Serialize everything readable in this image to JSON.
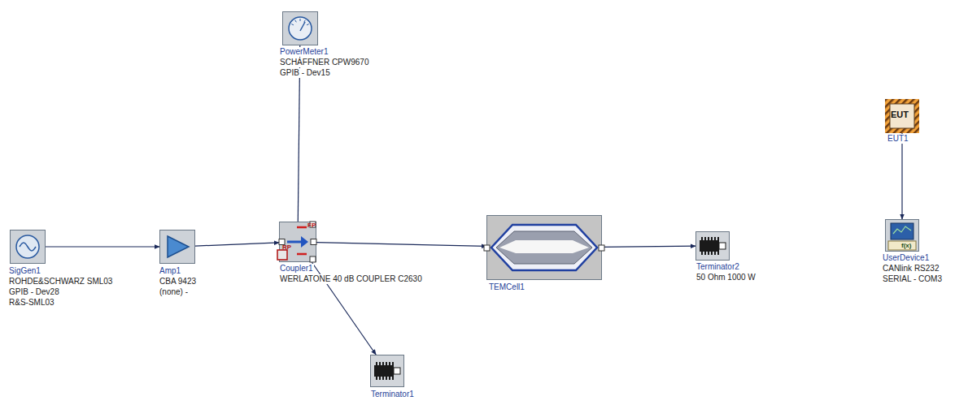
{
  "diagram": {
    "nodes": [
      {
        "text": [
          "SigGen1",
          "ROHDE&SCHWARZ SML03",
          "GPIB - Dev28",
          "R&S-SML03"
        ]
      },
      {
        "text": [
          "Amp1",
          "CBA 9423",
          "(none) -"
        ]
      },
      {
        "text": [
          "Coupler1",
          "WERLATONE 40 dB COUPLER C2630"
        ]
      },
      {
        "text": [
          "PowerMeter1",
          "SCHAFFNER CPW9670",
          "GPIB - Dev15"
        ]
      },
      {
        "text": [
          "TEMCell1"
        ]
      },
      {
        "text": [
          "Terminator2",
          "50 Ohm  1000 W"
        ]
      },
      {
        "text": [
          "Terminator1"
        ]
      },
      {
        "text": [
          "EUT1"
        ]
      },
      {
        "text": [
          "UserDevice1",
          "CANlink RS232",
          "SERIAL - COM3"
        ]
      }
    ],
    "edges": [
      {
        "from": 0,
        "to": 1,
        "arrow": "to"
      },
      {
        "from": 1,
        "to": 2,
        "arrow": "to"
      },
      {
        "from": 2,
        "to": 3,
        "arrow": "none"
      },
      {
        "from": 2,
        "to": 4,
        "arrow": "to"
      },
      {
        "from": 4,
        "to": 5,
        "arrow": "to"
      },
      {
        "from": 2,
        "to": 6,
        "arrow": "to"
      },
      {
        "from": 7,
        "to": 8,
        "arrow": "to"
      }
    ],
    "labels": [
      "FP",
      "RP",
      "EUT",
      "f(x)"
    ]
  }
}
